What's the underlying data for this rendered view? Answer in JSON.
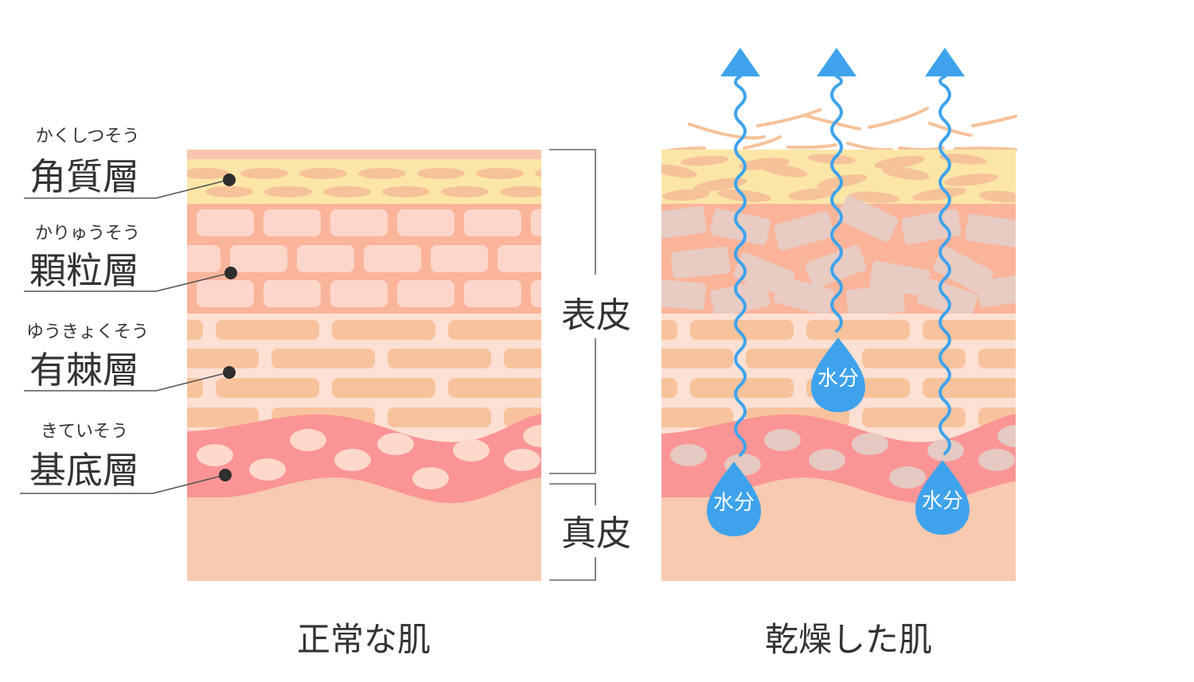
{
  "layers": [
    {
      "key": "stratum-corneum",
      "ruby": "かくしつそう",
      "name": "角質層"
    },
    {
      "key": "stratum-granulosum",
      "ruby": "かりゅうそう",
      "name": "顆粒層"
    },
    {
      "key": "stratum-spinosum",
      "ruby": "ゆうきょくそう",
      "name": "有棘層"
    },
    {
      "key": "stratum-basale",
      "ruby": "きていそう",
      "name": "基底層"
    }
  ],
  "brackets": {
    "epidermis": "表皮",
    "dermis": "真皮"
  },
  "panels": {
    "normal": {
      "caption": "正常な肌"
    },
    "dry": {
      "caption": "乾燥した肌",
      "moisture_label": "水分",
      "moisture_drops": 3,
      "escaping_arrows": 3
    }
  },
  "colors": {
    "corneum": "#fbe6a8",
    "corneum_cells": "#f6c29a",
    "granular_bg": "#fab49a",
    "granular_cells": "#fcd6cb",
    "granular_cells_dry": "#e8cbc3",
    "spinous_bg": "#fde0d4",
    "spinous_cells": "#f8c39c",
    "basal": "#fb9495",
    "basal_cells": "#fdd8cb",
    "basal_cells_dry": "#e5c9c2",
    "dermis": "#f8cab0",
    "water": "#3ea3ec",
    "leader": "#333333"
  }
}
